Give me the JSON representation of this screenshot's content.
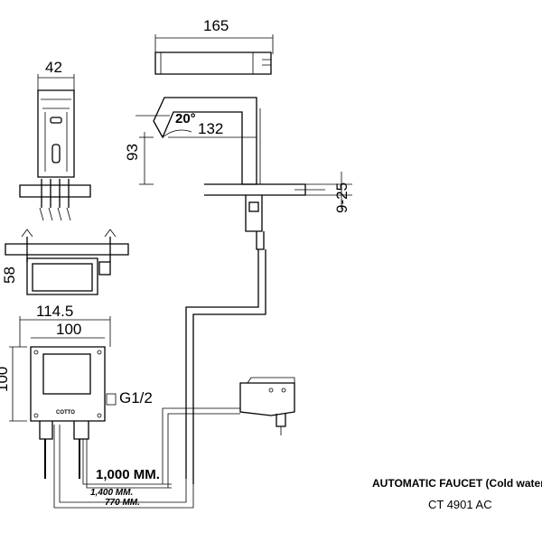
{
  "dimensions": {
    "spout_length": "165",
    "body_width": "42",
    "angle": "20°",
    "reach": "132",
    "height": "93",
    "deck_thickness": "9-25",
    "box_depth": "58",
    "box_outer_width": "114.5",
    "box_inner_width": "100",
    "box_height": "100",
    "connection": "G1/2",
    "cable_1": "1,000 MM.",
    "cable_2": "1,400 MM.",
    "cable_3": "770 MM."
  },
  "brand_label": "COTTO",
  "caption": {
    "title": "AUTOMATIC FAUCET (Cold water",
    "model": "CT 4901 AC"
  }
}
